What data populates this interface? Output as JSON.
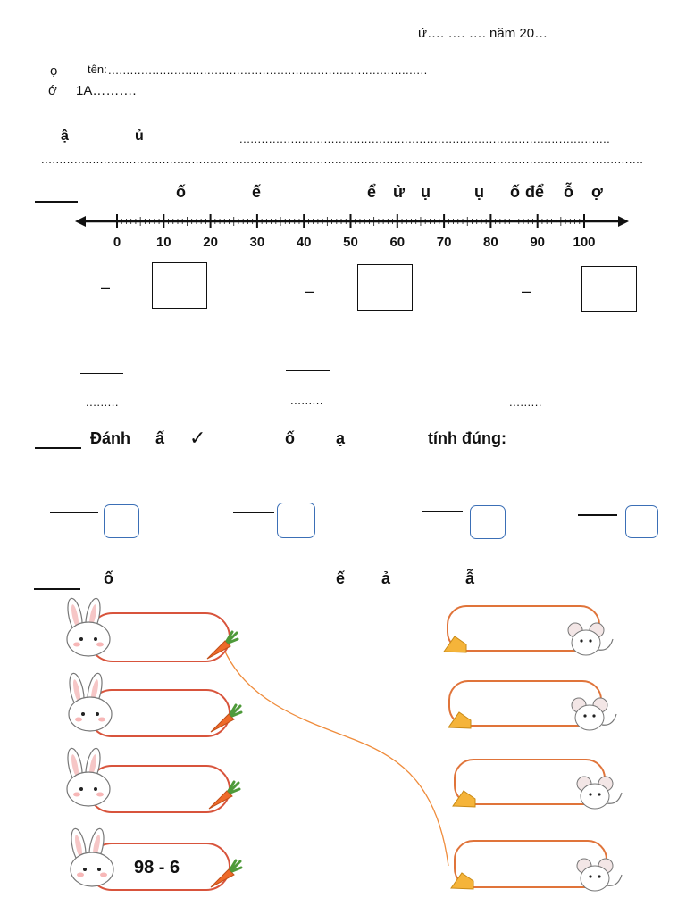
{
  "header": {
    "date_line": "ứ….            ….            …. năm 20…",
    "name_prefix": "ọ",
    "name_label": "tên:",
    "name_dots": ".......................................................................................",
    "class_prefix": "ớ",
    "class_value": "1A……….",
    "observe_a": "ậ",
    "observe_b": "ủ",
    "observe_dots": ".....................................................................................................",
    "observe_dots2": "......................................................................................................................................................................"
  },
  "section1": {
    "title_parts": [
      "ố",
      "ế",
      "ể",
      "ử",
      "ụ",
      "ụ",
      "ố",
      "để",
      "ỗ",
      "ợ"
    ],
    "number_line": {
      "labels": [
        "0",
        "10",
        "20",
        "30",
        "40",
        "50",
        "60",
        "70",
        "80",
        "90",
        "100"
      ]
    },
    "dash": "–",
    "answer_dots": [
      ".........",
      ".........",
      "........."
    ]
  },
  "section2": {
    "title_prefix": "Đánh",
    "title_a": "ấ",
    "check_mark": "✓",
    "title_b": "ố",
    "title_c": "ạ",
    "title_end": "tính đúng:"
  },
  "section3": {
    "title_a": "ố",
    "title_b": "ế",
    "title_c": "ả",
    "title_d": "ẫ",
    "expression": "98 - 6"
  },
  "colors": {
    "pill_red": "#d8543c",
    "pill_orange": "#e0743a",
    "box_blue": "#3b6fb6",
    "carrot": "#ee6a2a",
    "cheese": "#f5b43a"
  }
}
